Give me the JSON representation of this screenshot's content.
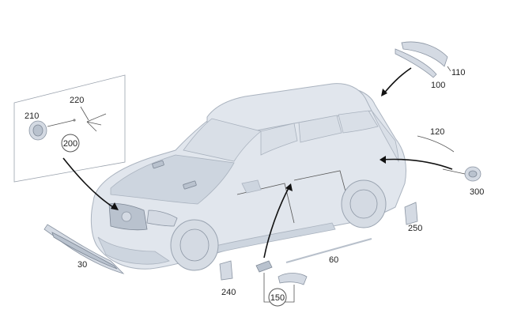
{
  "parts": [
    {
      "id": "p30",
      "number": "30"
    },
    {
      "id": "p60",
      "number": "60"
    },
    {
      "id": "p100",
      "number": "100"
    },
    {
      "id": "p110",
      "number": "110"
    },
    {
      "id": "p120",
      "number": "120"
    },
    {
      "id": "p150",
      "number": "150"
    },
    {
      "id": "p200",
      "number": "200"
    },
    {
      "id": "p210",
      "number": "210"
    },
    {
      "id": "p220",
      "number": "220"
    },
    {
      "id": "p240",
      "number": "240"
    },
    {
      "id": "p250",
      "number": "250"
    },
    {
      "id": "p300",
      "number": "300"
    }
  ],
  "colors": {
    "vehicle_body": "#e1e6ed",
    "part_fill": "#d4dae3",
    "outline": "#8b95a3",
    "arrow": "#111111"
  }
}
